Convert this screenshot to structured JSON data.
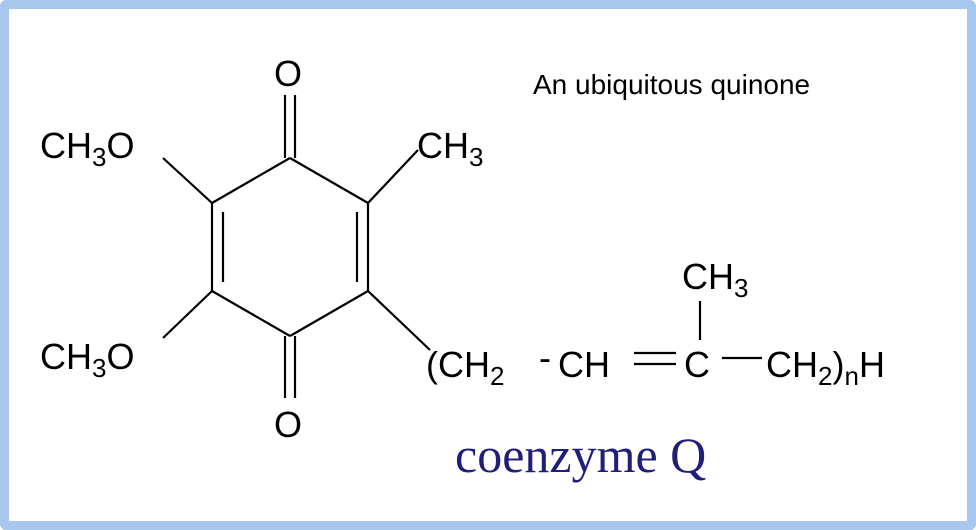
{
  "caption": "An ubiquitous quinone",
  "title": "coenzyme Q",
  "colors": {
    "frame": "#a7c7ef",
    "title": "#1f1f7a",
    "ink": "#000000"
  },
  "labels": {
    "o_top": "O",
    "o_bottom": "O",
    "methoxy_top": {
      "main": "CH",
      "sub": "3",
      "tail": "O"
    },
    "methoxy_bottom": {
      "main": "CH",
      "sub": "3",
      "tail": "O"
    },
    "ring_methyl": {
      "main": "CH",
      "sub": "3"
    },
    "branch_methyl": {
      "main": "CH",
      "sub": "3"
    },
    "chain": {
      "open_ch2": "(CH",
      "open_sub": "2",
      "dash": "-",
      "ch": "CH",
      "c": "C",
      "close_ch2": "CH",
      "close_sub": "2",
      "close_paren": ")",
      "n": "n",
      "h": "H"
    }
  }
}
